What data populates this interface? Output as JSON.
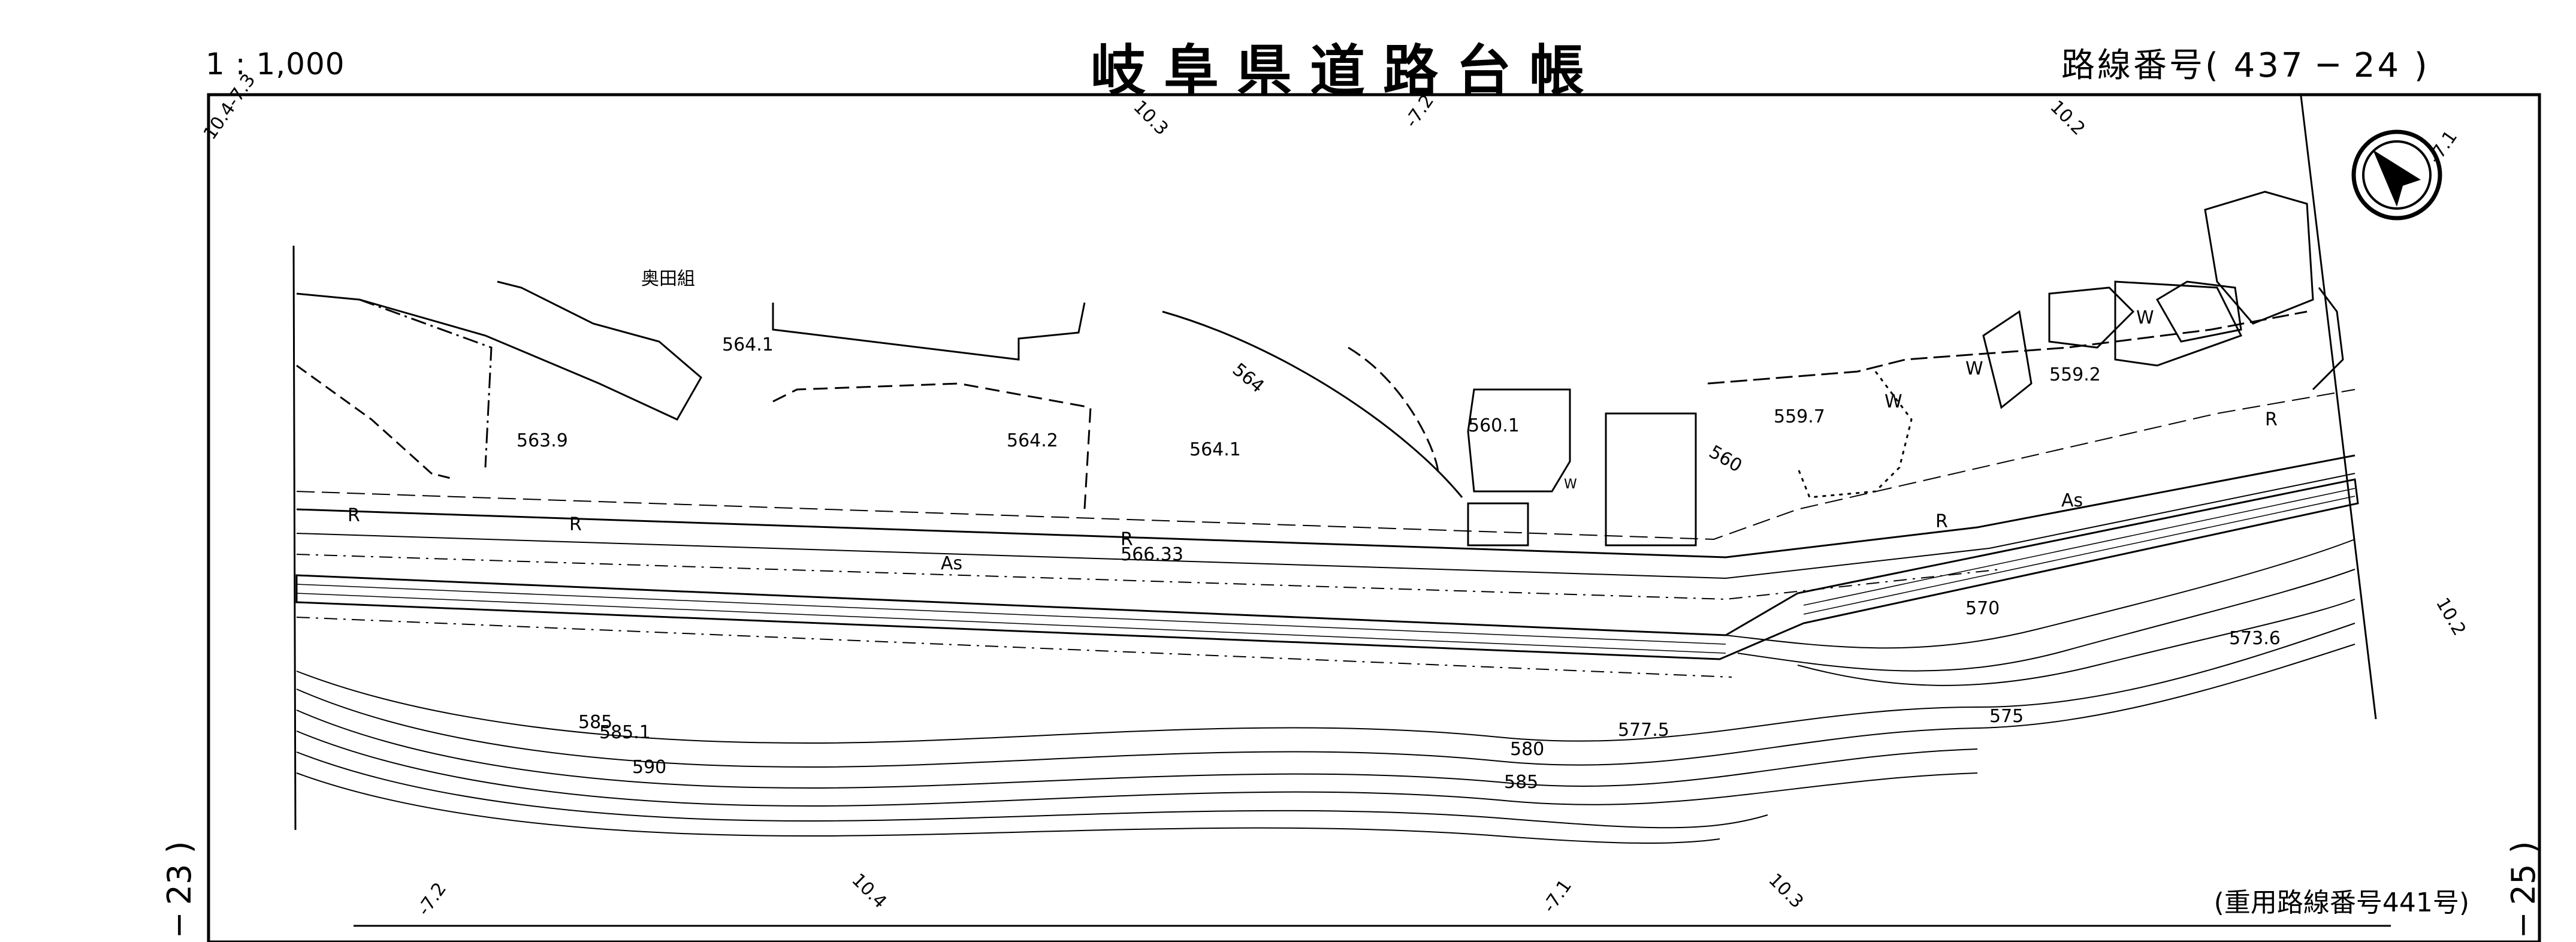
{
  "header": {
    "scale": "1 : 1,000",
    "title": "岐阜県道路台帳",
    "route_number": "路線番号( 437 ─ 24 )"
  },
  "side_labels": {
    "left": "─ 23 )",
    "right": "─ 25 )"
  },
  "footer": {
    "joint_route": "(重用路線番号441号)"
  },
  "map": {
    "owner_label": "奥田組",
    "elevations": [
      "564.1",
      "563.9",
      "564.2",
      "564.1",
      "566.33",
      "560.1",
      "559.7",
      "559.2",
      "573.6",
      "585.1",
      "577.5"
    ],
    "contours": [
      "564",
      "560",
      "570",
      "575",
      "580",
      "585",
      "585",
      "590"
    ],
    "road_codes": [
      "R",
      "R",
      "R",
      "R",
      "As",
      "As",
      "R"
    ],
    "grid_marks": [
      "10.4-7.3",
      "10.3",
      "-7.2",
      "10.2",
      "-7.1",
      "10.2",
      "-7.2",
      "10.4",
      "-7.1",
      "10.3"
    ],
    "wetland_marks": [
      "W",
      "W",
      "W",
      "W"
    ],
    "compass": "north-arrow-icon"
  }
}
